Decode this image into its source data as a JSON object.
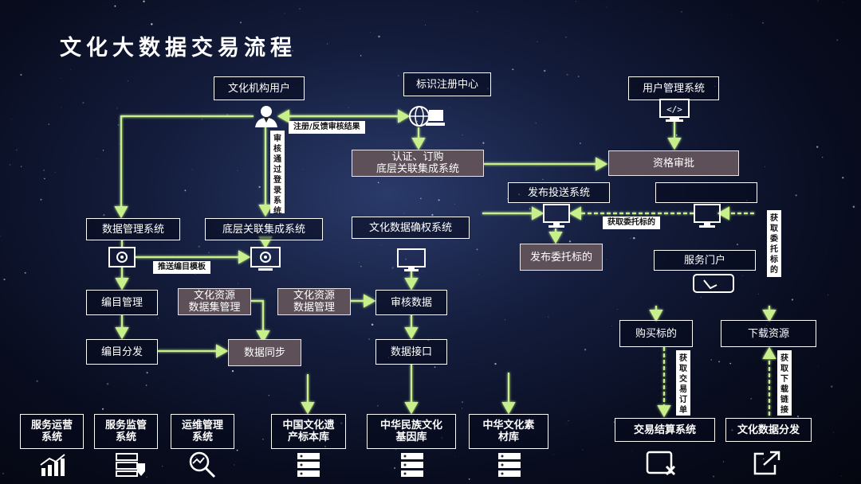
{
  "title": "文化大数据交易流程",
  "nodes": {
    "culture_org_user": "文化机构用户",
    "id_register_center": "标识注册中心",
    "user_mgmt_system": "用户管理系统",
    "auth_order_system": "认证、订购\n底层关联集成系统",
    "qualification_review": "资格审批",
    "publish_system": "发布投送系统",
    "blank_system": "",
    "data_mgmt_system": "数据管理系统",
    "base_integration_system": "底层关联集成系统",
    "data_rights_system": "文化数据确权系统",
    "publish_entrusted_target": "发布委托标的",
    "service_portal": "服务门户",
    "catalog_mgmt": "编目管理",
    "resource_dataset_mgmt": "文化资源\n数据集管理",
    "resource_data_mgmt": "文化资源\n数据管理",
    "review_data": "审核数据",
    "purchase_target": "购买标的",
    "download_resource": "下载资源",
    "catalog_distribution": "编目分发",
    "data_sync": "数据同步",
    "data_interface": "数据接口",
    "service_ops_system": "服务运营\n系统",
    "service_monitor_system": "服务监管\n系统",
    "ops_mgmt_system": "运维管理\n系统",
    "heritage_library": "中国文化遗\n产标本库",
    "ethnic_gene_library": "中华民族文化\n基因库",
    "culture_material_library": "中华文化素\n材库",
    "trade_settlement_system": "交易结算系统",
    "data_distribution": "文化数据分发"
  },
  "labels": {
    "register_feedback": "注册/反馈审核结果",
    "review_passed_login": "审\n核\n通\n过\n登\n录\n系\n统",
    "push_catalog_template": "推送编目模板",
    "get_entrusted_target": "获取委托标的",
    "get_entrusted_target_vertical": "获\n取\n委\n托\n标\n的",
    "get_trade_order": "获\n取\n交\n易\n订\n单",
    "get_download_link": "获\n取\n下\n载\n链\n接"
  },
  "colors": {
    "wire": "#c8f08a",
    "box_border": "#ffffff",
    "filled_box": "#5d5058"
  },
  "icons": [
    "user-icon",
    "globe-computer-icon",
    "code-monitor-icon",
    "settings-monitor-icon",
    "monitor-icon",
    "monitor-icon",
    "pen-icon",
    "chart-icon",
    "server-warning-icon",
    "search-icon",
    "database-icon",
    "image-close-icon",
    "share-icon"
  ]
}
